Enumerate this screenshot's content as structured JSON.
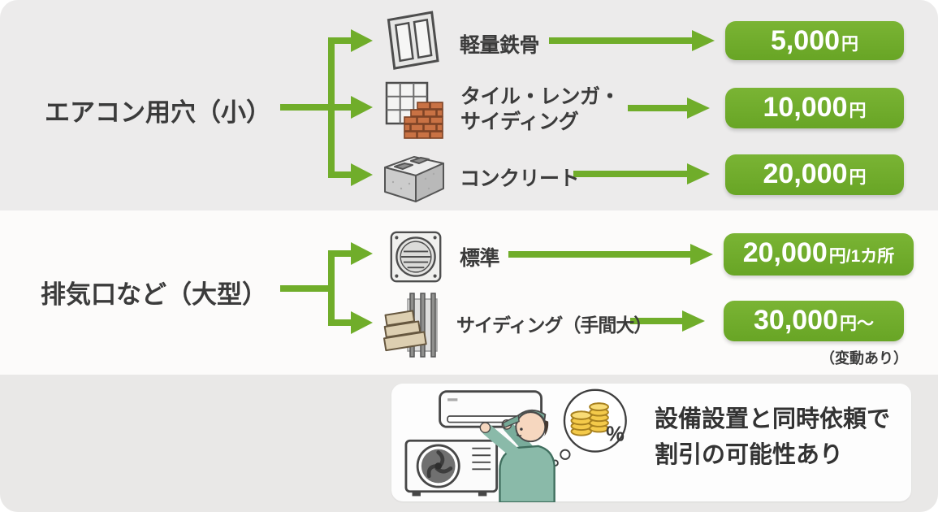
{
  "colors": {
    "green": "#70ad2a",
    "text_dark": "#3b3b3b",
    "badge_text": "#ffffff",
    "band_top": "#ecebeb",
    "band_mid": "#fcfbfa",
    "band_bottom": "#e9e8e7",
    "card_bg": "#fdfdfd",
    "brick": "#c97244",
    "coin_gold": "#f4ca4a",
    "worker_uniform_teal": "#8abaa9"
  },
  "sections": [
    {
      "label": "エアコン用穴（小）",
      "rows": [
        {
          "icon": "steel-frame-icon",
          "label": "軽量鉄骨",
          "price_main": "5,000",
          "price_suffix": "円"
        },
        {
          "icon": "tile-brick-siding-icon",
          "label_line1": "タイル・レンガ・",
          "label_line2": "サイディング",
          "price_main": "10,000",
          "price_suffix": "円"
        },
        {
          "icon": "concrete-block-icon",
          "label": "コンクリート",
          "price_main": "20,000",
          "price_suffix": "円"
        }
      ]
    },
    {
      "label": "排気口など（大型）",
      "rows": [
        {
          "icon": "vent-grille-icon",
          "label": "標準",
          "price_main": "20,000",
          "price_suffix": "円/1カ所"
        },
        {
          "icon": "siding-panels-icon",
          "label": "サイディング（手間大）",
          "price_main": "30,000",
          "price_suffix": "円〜",
          "note": "（変動あり）"
        }
      ]
    }
  ],
  "footer": {
    "line1": "設備設置と同時依頼で",
    "line2": "割引の可能性あり",
    "illustration": "worker-installing-ac-discount-thought-bubble"
  }
}
